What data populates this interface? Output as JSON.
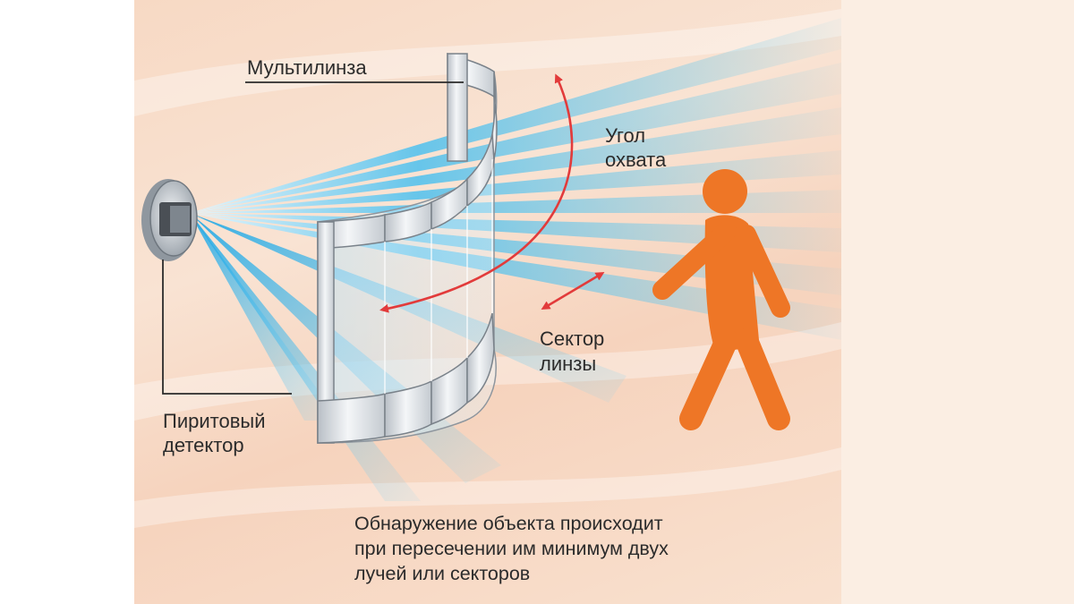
{
  "labels": {
    "multilens": "Мультилинза",
    "coverage_line1": "Угол",
    "coverage_line2": "охвата",
    "sector_line1": "Сектор",
    "sector_line2": "линзы",
    "detector_line1": "Пиритовый",
    "detector_line2": "детектор"
  },
  "note": {
    "line1": "Обнаружение объекта происходит",
    "line2": "при пересечении им минимум двух",
    "line3": "лучей или секторов"
  },
  "colors": {
    "beam": "#3fb6ea",
    "arrow": "#e23b3b",
    "person": "#ee7626",
    "lens": "#d9dde2"
  },
  "icons": [
    "sensor-icon",
    "multilens-icon",
    "walking-person-icon"
  ]
}
